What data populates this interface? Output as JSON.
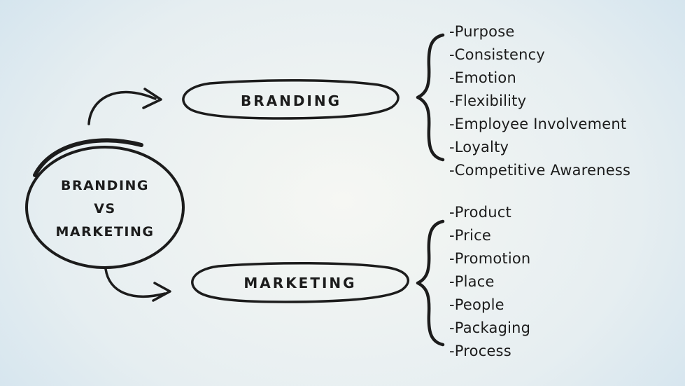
{
  "colors": {
    "ink": "#1c1c1c",
    "background_center": "#f6f7f3",
    "background_mid": "#e6eef1",
    "background_edge": "#9ec6e4"
  },
  "center_node": {
    "line1": "BRANDING",
    "line2": "VS",
    "line3": "MARKETING"
  },
  "branding": {
    "label": "BRANDING",
    "items": [
      "-Purpose",
      "-Consistency",
      "-Emotion",
      "-Flexibility",
      "-Employee Involvement",
      "-Loyalty",
      "-Competitive Awareness"
    ]
  },
  "marketing": {
    "label": "MARKETING",
    "items": [
      "-Product",
      "-Price",
      "-Promotion",
      "-Place",
      "-People",
      "-Packaging",
      "-Process"
    ]
  },
  "icons": {
    "branding_arrow": "curved-arrow",
    "marketing_arrow": "curved-arrow",
    "branding_brace": "curly-brace",
    "marketing_brace": "curly-brace"
  }
}
